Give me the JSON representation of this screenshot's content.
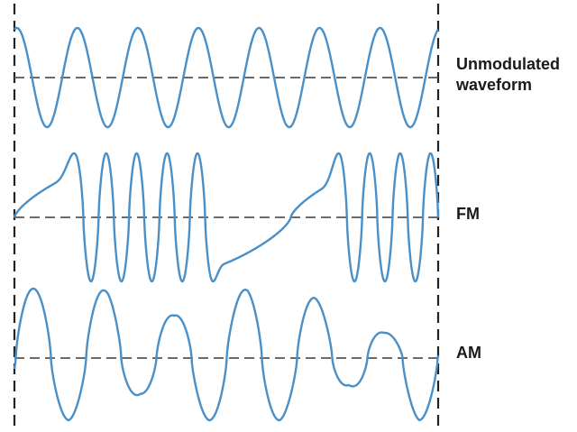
{
  "labels": {
    "unmodulated_line1": "Unmodulated",
    "unmodulated_line2": "waveform",
    "fm": "FM",
    "am": "AM"
  },
  "colors": {
    "wave": "#4a90c8",
    "dashed": "#555555",
    "boundary": "#222222",
    "text": "#1a1a1a"
  },
  "waves": [
    {
      "name": "unmodulated-wave",
      "type": "unmodulated",
      "cycles": 7
    },
    {
      "name": "fm-wave",
      "type": "fm",
      "cycles": 7
    },
    {
      "name": "am-wave",
      "type": "am",
      "cycles": 7
    }
  ]
}
